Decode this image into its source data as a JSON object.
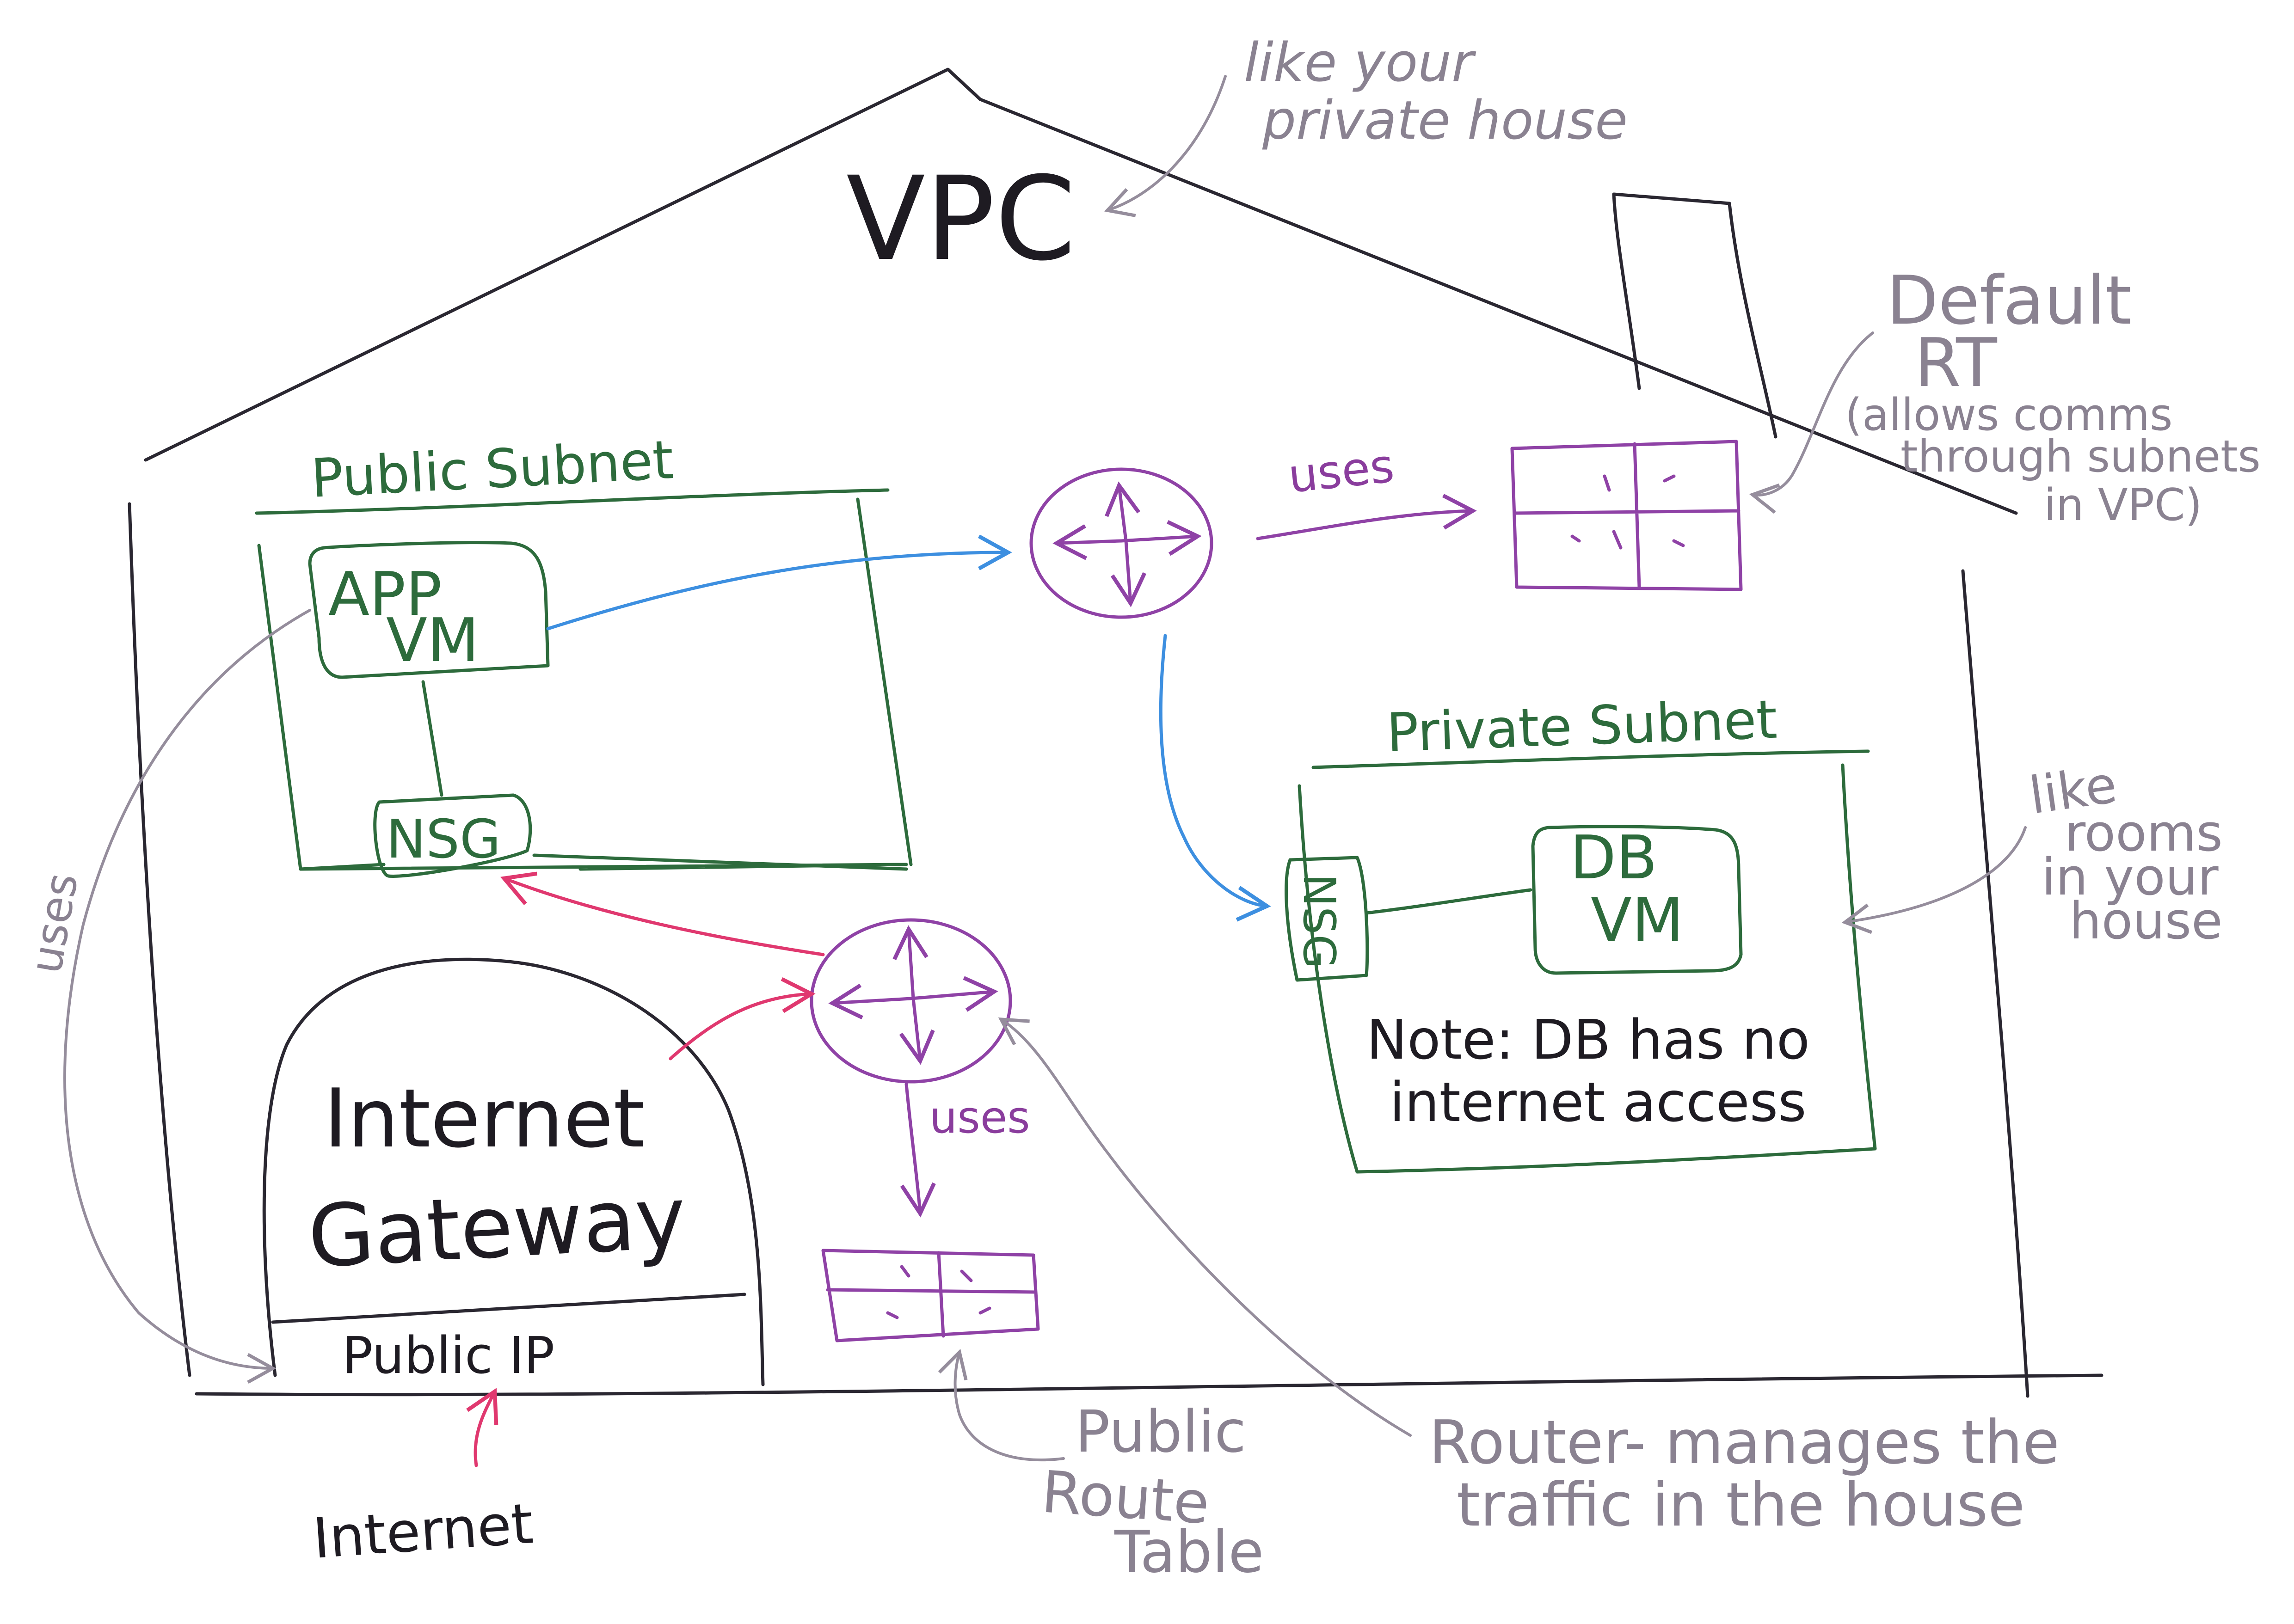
{
  "colors": {
    "structure": "#2a2731",
    "subnet": "#2d6b3c",
    "router": "#8f42a6",
    "vm_traffic": "#3d8fe0",
    "internet_traffic": "#e0386f",
    "annotation": "#958d9c"
  },
  "icons": {
    "router": "router-arrows-icon",
    "route_table": "route-table-grid-icon"
  },
  "vpc": {
    "title": "VPC",
    "note_line1": "like your",
    "note_line2": "private house"
  },
  "default_rt": {
    "title_line1": "Default",
    "title_line2": "RT",
    "note_line1": "(allows comms",
    "note_line2": "through subnets",
    "note_line3": "in VPC)",
    "uses_label": "uses"
  },
  "public_subnet": {
    "label": "Public Subnet",
    "app_vm_line1": "APP",
    "app_vm_line2": "VM",
    "nsg_label": "NSG",
    "uses_label": "uses"
  },
  "private_subnet": {
    "label": "Private Subnet",
    "db_vm_line1": "DB",
    "db_vm_line2": "VM",
    "nsg_label": "NSG",
    "note_line1": "Note: DB has no",
    "note_line2": "internet access",
    "rooms_note_line1": "like",
    "rooms_note_line2": "rooms",
    "rooms_note_line3": "in your",
    "rooms_note_line4": "house"
  },
  "internet_gateway": {
    "label_line1": "Internet",
    "label_line2": "Gateway",
    "public_ip": "Public IP",
    "internet": "Internet"
  },
  "public_route_table": {
    "uses_label": "uses",
    "label_line1": "Public",
    "label_line2": "Route",
    "label_line3": "Table"
  },
  "router": {
    "note_line1": "Router- manages the",
    "note_line2": "traffic in the house"
  }
}
